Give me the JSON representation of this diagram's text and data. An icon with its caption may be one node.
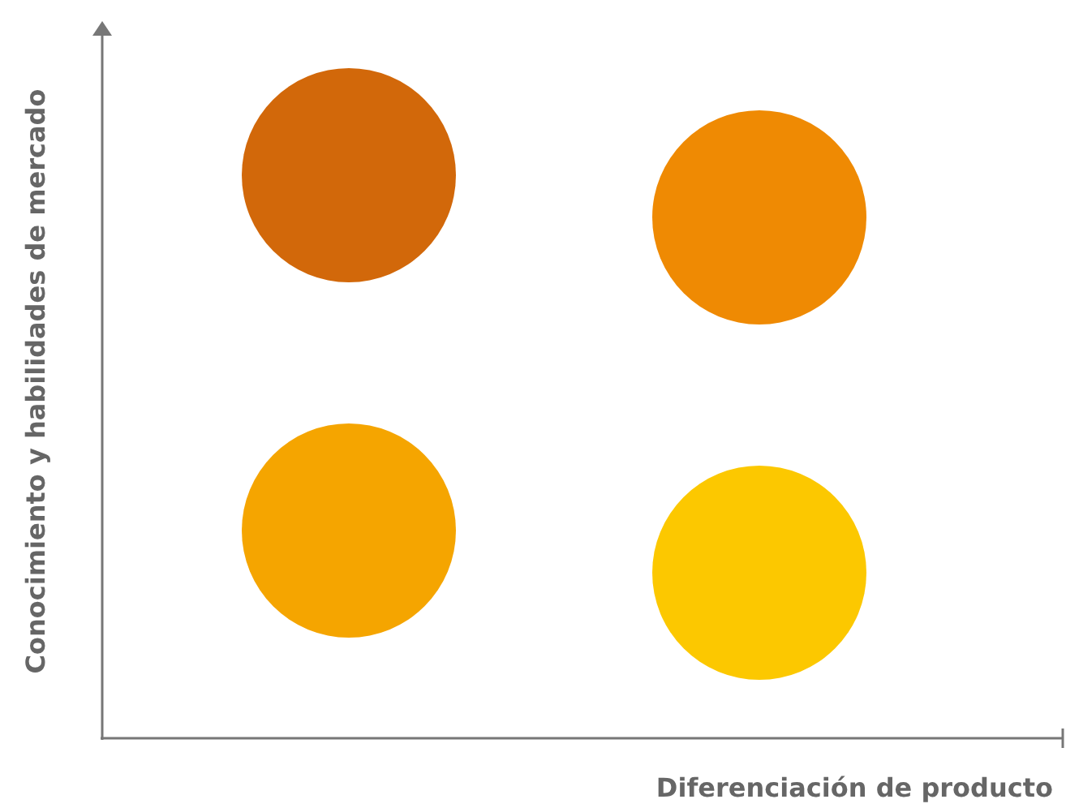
{
  "diagram": {
    "nodes": [
      {
        "text": [],
        "shape": "circle"
      },
      {
        "text": [],
        "shape": "circle"
      },
      {
        "text": [],
        "shape": "circle"
      },
      {
        "text": [],
        "shape": "circle"
      }
    ],
    "edges": [],
    "labels": [
      "Conocimiento y habilidades de mercado",
      "Diferenciación de producto"
    ]
  }
}
